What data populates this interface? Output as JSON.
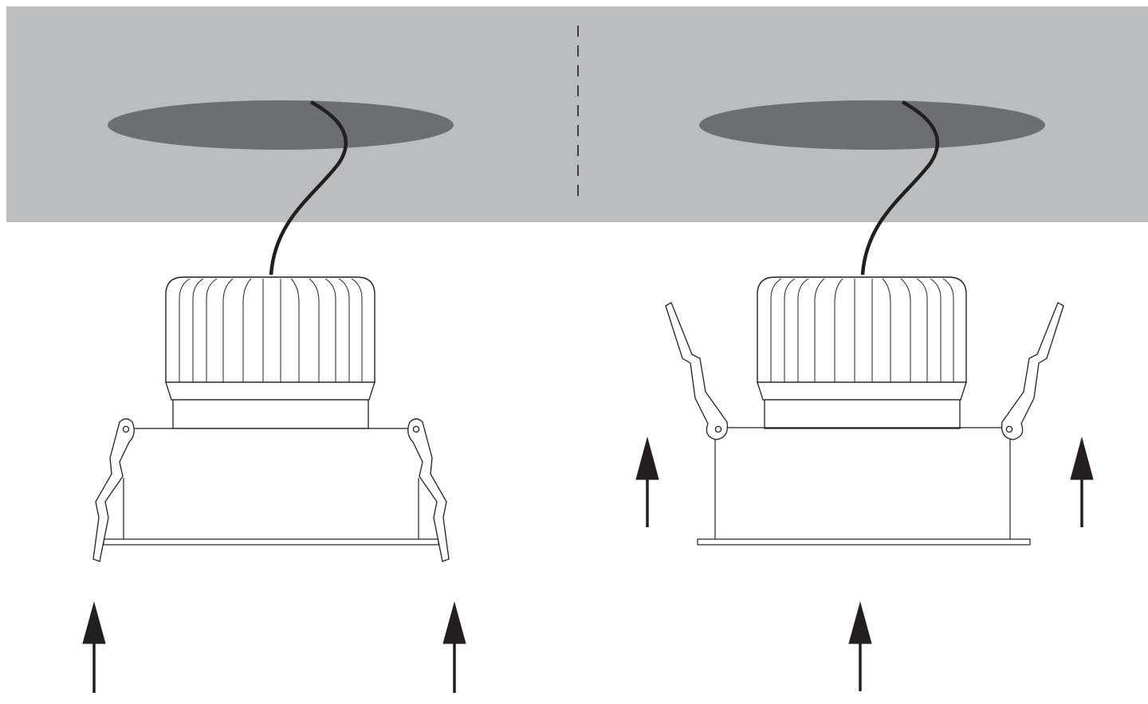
{
  "diagram": {
    "type": "installation-instructions",
    "steps": [
      {
        "id": "step-1",
        "description_visible": false,
        "fixture": "downlight-with-springs-folded",
        "arrows": 2
      },
      {
        "id": "step-2",
        "description_visible": false,
        "fixture": "downlight-with-springs-open",
        "arrows": 3
      }
    ],
    "colors": {
      "ceiling": "#bcbdbf",
      "cutout": "#6d6e71",
      "line": "#231f20",
      "background": "#ffffff"
    }
  }
}
